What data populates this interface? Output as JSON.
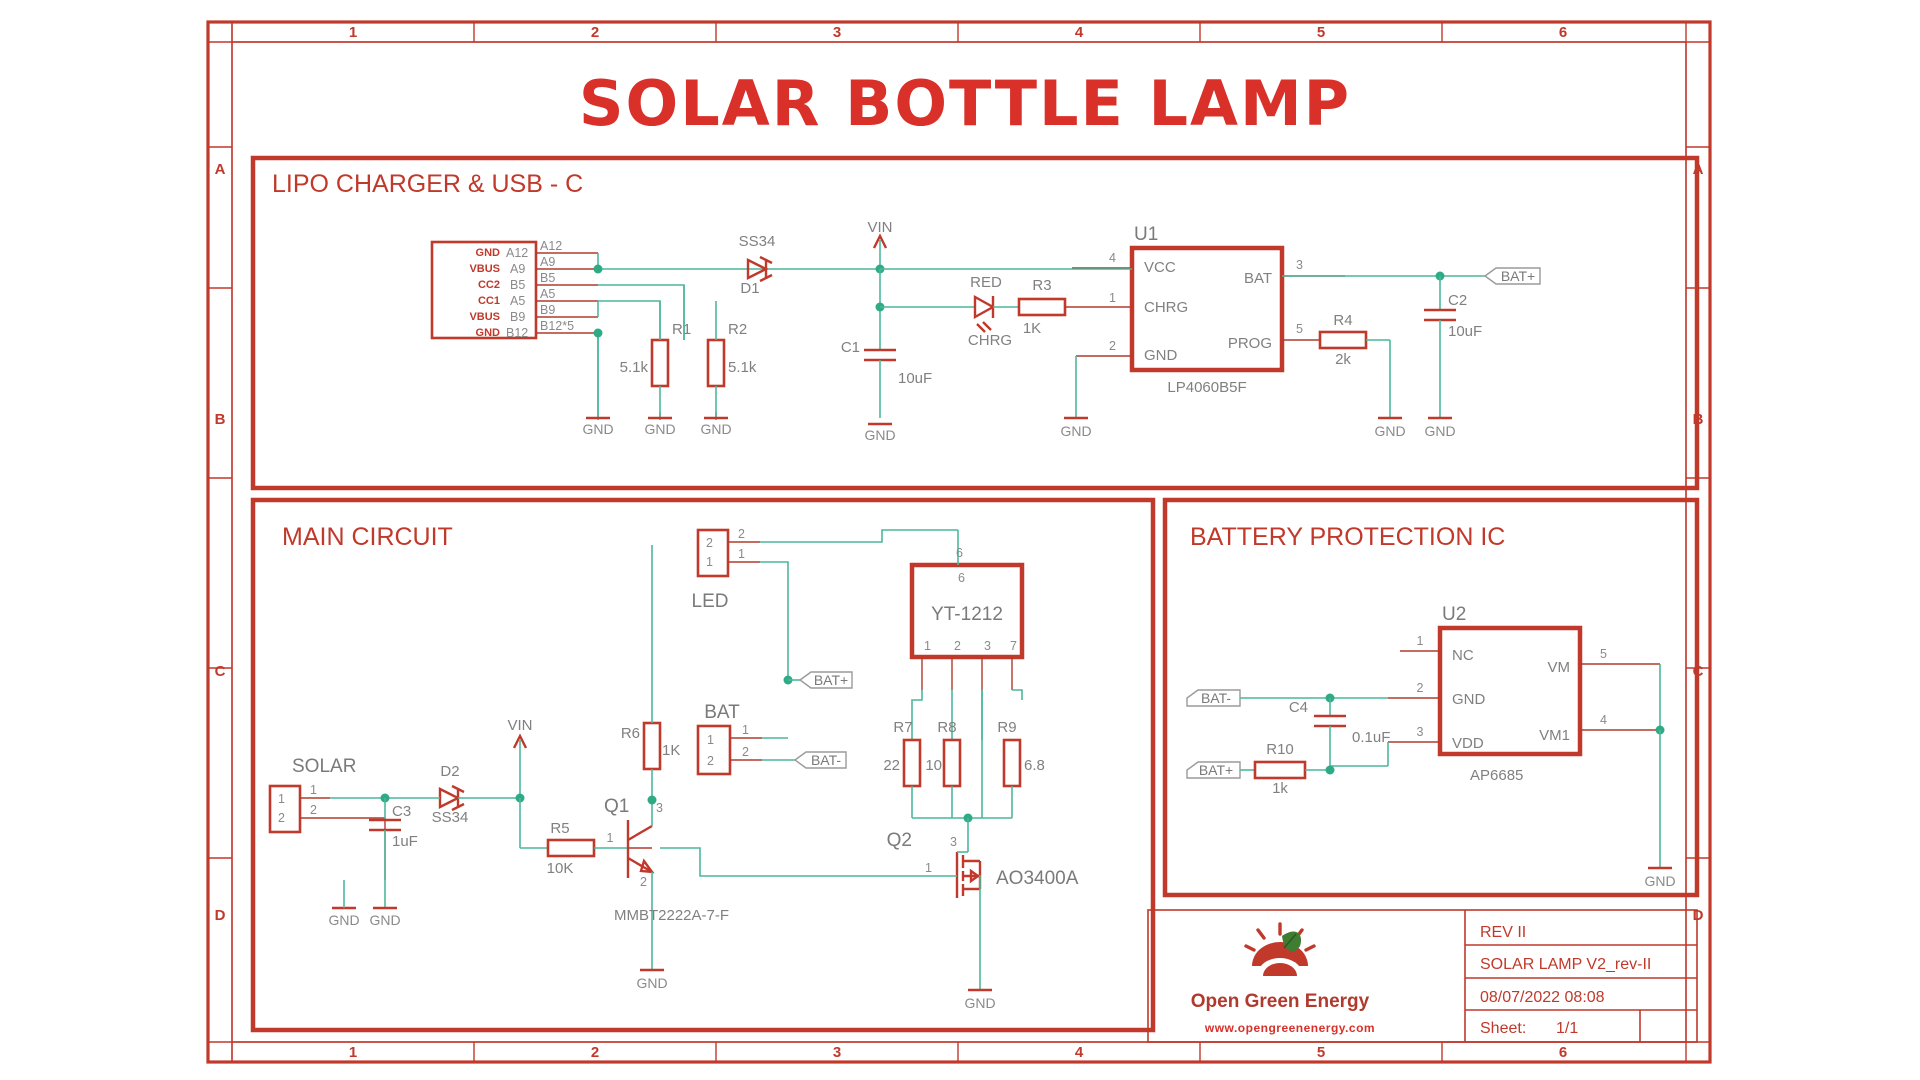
{
  "sheet": {
    "title": "SOLAR BOTTLE LAMP",
    "frame_cols": [
      "1",
      "2",
      "3",
      "4",
      "5",
      "6"
    ],
    "frame_rows": [
      "A",
      "B",
      "C",
      "D"
    ]
  },
  "blocks": {
    "charger": {
      "title": "LIPO CHARGER & USB - C"
    },
    "main": {
      "title": "MAIN CIRCUIT"
    },
    "protection": {
      "title": "BATTERY PROTECTION IC"
    }
  },
  "usb_connector": {
    "signal_names": [
      "GND",
      "VBUS",
      "CC2",
      "CC1",
      "VBUS",
      "GND"
    ],
    "pin_numbers": [
      "A12",
      "A9",
      "B5",
      "A5",
      "B9",
      "B12"
    ],
    "net_labels": [
      "A12",
      "A9",
      "B5",
      "A5",
      "B9",
      "B12*5"
    ]
  },
  "charger_section": {
    "d1": {
      "ref": "D1",
      "value": "SS34"
    },
    "r1": {
      "ref": "R1",
      "value": "5.1k"
    },
    "r2": {
      "ref": "R2",
      "value": "5.1k"
    },
    "c1": {
      "ref": "C1",
      "value": "10uF"
    },
    "c2": {
      "ref": "C2",
      "value": "10uF"
    },
    "r3": {
      "ref": "R3",
      "value": "1K"
    },
    "r4": {
      "ref": "R4",
      "value": "2k"
    },
    "led_chrg": {
      "ref": "RED",
      "value": "CHRG"
    },
    "u1": {
      "ref": "U1",
      "value": "LP4060B5F",
      "pins_left": [
        {
          "num": "4",
          "name": "VCC"
        },
        {
          "num": "1",
          "name": "CHRG"
        },
        {
          "num": "2",
          "name": "GND"
        }
      ],
      "pins_right": [
        {
          "num": "3",
          "name": "BAT"
        },
        {
          "num": "5",
          "name": "PROG"
        }
      ]
    },
    "vin_label": "VIN",
    "bat_plus_flag": "BAT+",
    "gnd_label": "GND"
  },
  "main_section": {
    "solar": {
      "ref": "SOLAR",
      "pins": [
        "1",
        "2"
      ]
    },
    "led": {
      "ref": "LED",
      "pins": [
        "1",
        "2"
      ]
    },
    "bat": {
      "ref": "BAT",
      "pins": [
        "1",
        "2"
      ]
    },
    "d2": {
      "ref": "D2",
      "value": "SS34"
    },
    "c3": {
      "ref": "C3",
      "value": "1uF"
    },
    "r5": {
      "ref": "R5",
      "value": "10K"
    },
    "r6": {
      "ref": "R6",
      "value": "1K"
    },
    "r7": {
      "ref": "R7",
      "value": "22"
    },
    "r8": {
      "ref": "R8",
      "value": "10"
    },
    "r9": {
      "ref": "R9",
      "value": "6.8"
    },
    "q1": {
      "ref": "Q1",
      "value": "MMBT2222A-7-F"
    },
    "q2": {
      "ref": "Q2",
      "value": "AO3400A"
    },
    "module": {
      "value": "YT-1212",
      "pins_bottom": [
        "1",
        "2",
        "3",
        "7"
      ],
      "pin_top": "6"
    },
    "vin_label": "VIN",
    "bat_plus_flag": "BAT+",
    "bat_minus_flag": "BAT-",
    "gnd_label": "GND"
  },
  "protection_section": {
    "u2": {
      "ref": "U2",
      "value": "AP6685",
      "pins_left": [
        {
          "num": "1",
          "name": "NC"
        },
        {
          "num": "2",
          "name": "GND"
        },
        {
          "num": "3",
          "name": "VDD"
        }
      ],
      "pins_right": [
        {
          "num": "5",
          "name": "VM"
        },
        {
          "num": "4",
          "name": "VM1"
        }
      ]
    },
    "c4": {
      "ref": "C4",
      "value": "0.1uF"
    },
    "r10": {
      "ref": "R10",
      "value": "1k"
    },
    "bat_minus_flag": "BAT-",
    "bat_plus_flag": "BAT+",
    "gnd_label": "GND"
  },
  "title_block": {
    "rev": "REV II",
    "project": "SOLAR LAMP V2_rev-II",
    "date": "08/07/2022 08:08",
    "sheet_label": "Sheet:",
    "sheet_value": "1/1",
    "company": "Open Green Energy",
    "website": "www.opengreenenergy.com"
  }
}
